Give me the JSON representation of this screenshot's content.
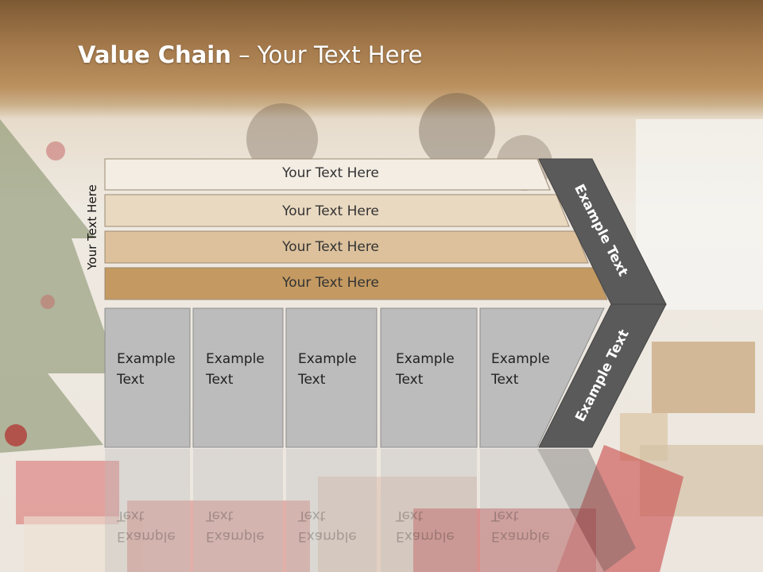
{
  "title": {
    "bold": "Value Chain",
    "rest": " – Your Text Here"
  },
  "side_label": "Your Text Here",
  "bars": [
    {
      "label": "Your Text Here",
      "color": "#f3ede4"
    },
    {
      "label": "Your Text Here",
      "color": "#ead9c1"
    },
    {
      "label": "Your Text Here",
      "color": "#dcc19c"
    },
    {
      "label": "Your Text Here",
      "color": "#c49a62"
    }
  ],
  "boxes": [
    "Example\nText",
    "Example\nText",
    "Example\nText",
    "Example\nText",
    "Example\nText"
  ],
  "arrow_labels": {
    "top": "Example Text",
    "bottom": "Example Text"
  },
  "colors": {
    "box_fill": "#bcbcbc",
    "arrow_fill": "#5a5a5a",
    "bar_stroke": "#9c8a72"
  }
}
